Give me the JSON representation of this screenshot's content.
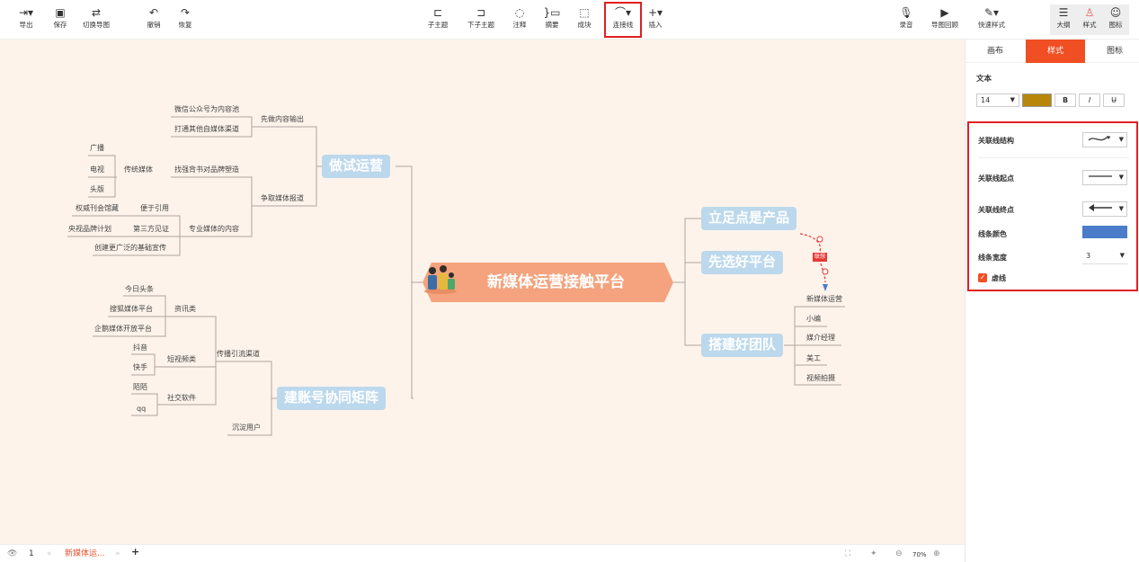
{
  "toolbar": {
    "items": [
      {
        "label": "导出",
        "icon": "⇥▾"
      },
      {
        "label": "保存",
        "icon": "▣"
      },
      {
        "label": "切换导图",
        "icon": "⇄"
      },
      {
        "label": "撤销",
        "icon": "↶"
      },
      {
        "label": "恢复",
        "icon": "↷"
      },
      {
        "label": "子主题",
        "icon": "⊏"
      },
      {
        "label": "下子主题",
        "icon": "⊐"
      },
      {
        "label": "注释",
        "icon": "◌"
      },
      {
        "label": "摘要",
        "icon": "}▭"
      },
      {
        "label": "成块",
        "icon": "⬚"
      },
      {
        "label": "连接线",
        "icon": "⌒▾"
      },
      {
        "label": "插入",
        "icon": "+▾"
      },
      {
        "label": "录音",
        "icon": "🎙"
      },
      {
        "label": "导图回顾",
        "icon": "▶"
      },
      {
        "label": "快速样式",
        "icon": "✎▾"
      },
      {
        "label": "大纲",
        "icon": "☰"
      },
      {
        "label": "样式",
        "icon": "♙"
      },
      {
        "label": "图标",
        "icon": "☺"
      }
    ]
  },
  "mindmap": {
    "root": "新媒体运营接触平台",
    "assoc_label": "联想",
    "topics": [
      "做试运营",
      "建账号协同矩阵",
      "立足点是产品",
      "先选好平台",
      "搭建好团队"
    ],
    "trial": {
      "output": "先做内容输出",
      "output_children": [
        "微信公众号为内容池",
        "打通其他自媒体渠道"
      ],
      "report": "争取媒体报道",
      "brand": "找强背书对品牌塑造",
      "traditional": "传统媒体",
      "traditional_children": [
        "广播",
        "电视",
        "头版"
      ],
      "professional": "专业媒体的内容",
      "cite": "便于引用",
      "cite_child": "权威刊会馆藏",
      "third": "第三方见证",
      "third_child": "央视品牌计划",
      "foundation": "创建更广泛的基础宣传"
    },
    "matrix": {
      "channel": "传播引流渠道",
      "info": "资讯类",
      "info_children": [
        "今日头条",
        "搜狐媒体平台",
        "企鹅媒体开放平台"
      ],
      "video": "短视频类",
      "video_children": [
        "抖音",
        "快手"
      ],
      "social": "社交软件",
      "social_children": [
        "陌陌",
        "qq"
      ],
      "settle": "沉淀用户"
    },
    "team_children": [
      "新媒体运营",
      "小编",
      "媒介经理",
      "美工",
      "视频拍摄"
    ]
  },
  "panel": {
    "tabs": [
      "画布",
      "样式",
      "图标"
    ],
    "active_tab": "样式",
    "text_section": "文本",
    "font_size": "14",
    "text_color": "#b8860b",
    "fmt": [
      "B",
      "I",
      "U̶"
    ],
    "rows": {
      "structure": "关联线结构",
      "start": "关联线起点",
      "end": "关联线终点",
      "color": "线条颜色",
      "width": "线条宽度",
      "width_value": "3",
      "dashed": "虚线"
    },
    "line_color": "#4a7cc9"
  },
  "bottom": {
    "page_num": "1",
    "tab_name": "新媒体运...",
    "zoom": "70%"
  },
  "colors": {
    "canvas_bg": "#fdf3ea",
    "topic_bg": "#bcd8ec",
    "root_bg": "#f4a37e",
    "accent": "#f04e23",
    "highlight": "#e02020"
  }
}
